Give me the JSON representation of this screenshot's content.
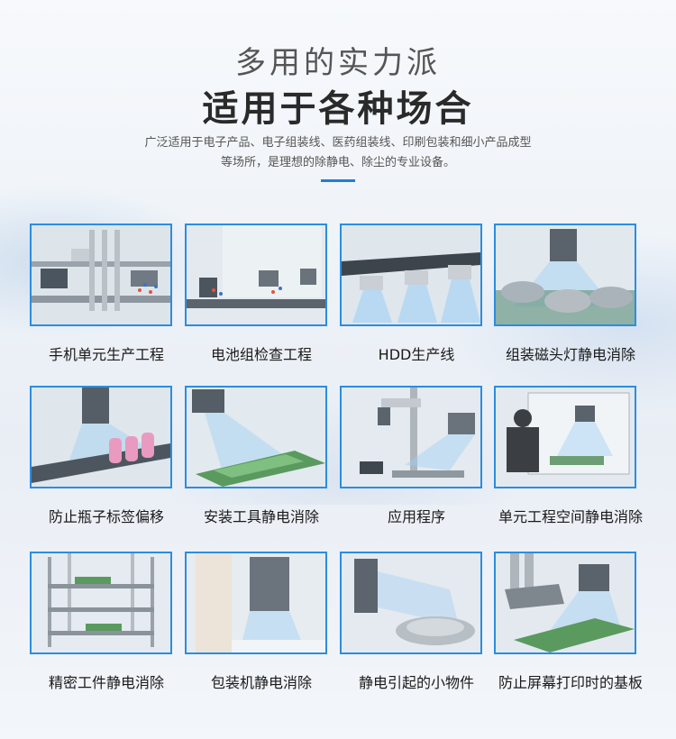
{
  "header": {
    "subtitle": "多用的实力派",
    "title": "适用于各种场合",
    "description_line1": "广泛适用于电子产品、电子组装线、医药组装线、印刷包装和细小产品成型",
    "description_line2": "等场所，是理想的除静电、除尘的专业设备。"
  },
  "colors": {
    "accent": "#2b8de0",
    "divider": "#1f7fd9"
  },
  "applications": [
    {
      "label": "手机单元生产工程",
      "image": "phone-assembly-line-image"
    },
    {
      "label": "电池组检查工程",
      "image": "battery-inspection-image"
    },
    {
      "label": "HDD生产线",
      "image": "hdd-production-image"
    },
    {
      "label": "组装磁头灯静电消除",
      "image": "lamp-assembly-image"
    },
    {
      "label": "防止瓶子标签偏移",
      "image": "bottle-label-image"
    },
    {
      "label": "安装工具静电消除",
      "image": "tool-install-image"
    },
    {
      "label": "应用程序",
      "image": "application-image"
    },
    {
      "label": "单元工程空间静电消除",
      "image": "cell-space-image"
    },
    {
      "label": "精密工件静电消除",
      "image": "precision-workpiece-image"
    },
    {
      "label": "包装机静电消除",
      "image": "packaging-machine-image"
    },
    {
      "label": "静电引起的小物件",
      "image": "small-parts-image"
    },
    {
      "label": "防止屏幕打印时的基板",
      "image": "screen-print-board-image"
    }
  ]
}
